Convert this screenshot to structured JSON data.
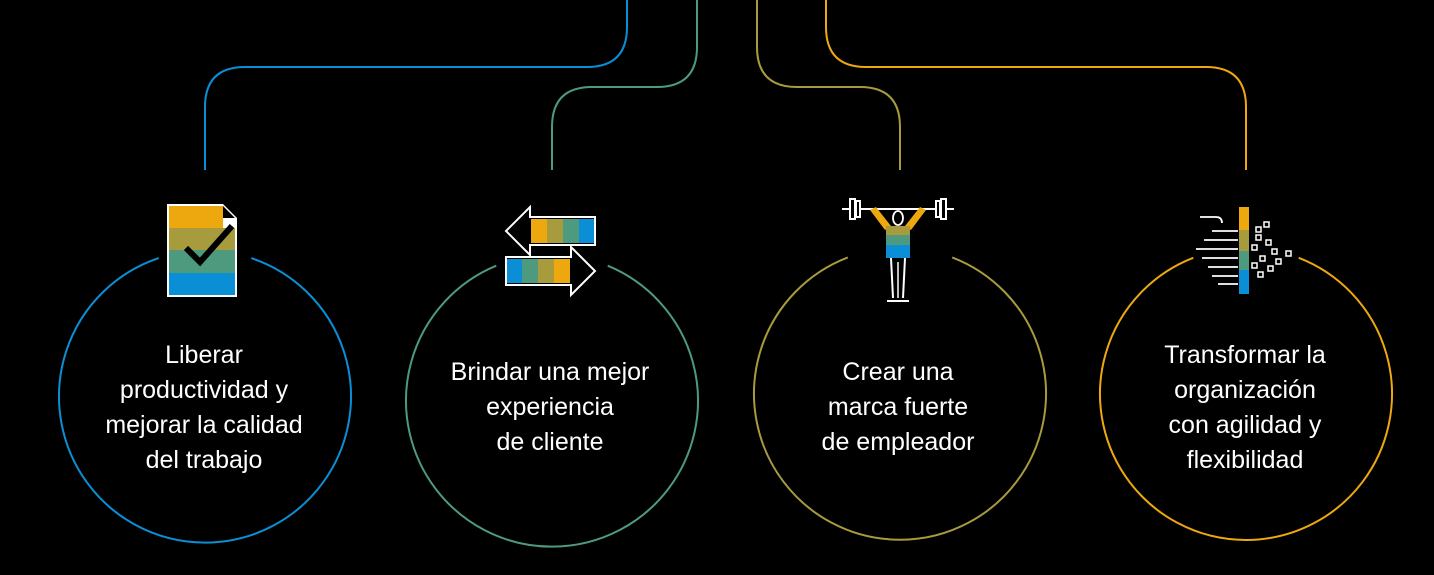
{
  "colors": {
    "background": "#000000",
    "blue": "#0A8FD6",
    "teal": "#4E9A7E",
    "olive": "#A79B3D",
    "gold": "#EDA80F",
    "text": "#FFFFFF"
  },
  "goals": [
    {
      "label_lines": [
        "Liberar",
        "productividad y",
        "mejorar la calidad",
        "del trabajo"
      ],
      "icon": "checklist-document-icon",
      "color": "blue"
    },
    {
      "label_lines": [
        "Brindar una mejor",
        "experiencia",
        "de cliente"
      ],
      "icon": "exchange-arrows-icon",
      "color": "teal"
    },
    {
      "label_lines": [
        "Crear una",
        "marca fuerte",
        "de empleador"
      ],
      "icon": "weightlifter-icon",
      "color": "olive"
    },
    {
      "label_lines": [
        "Transformar la",
        "organización",
        "con agilidad y",
        "flexibilidad"
      ],
      "icon": "agile-transformation-icon",
      "color": "gold"
    }
  ]
}
